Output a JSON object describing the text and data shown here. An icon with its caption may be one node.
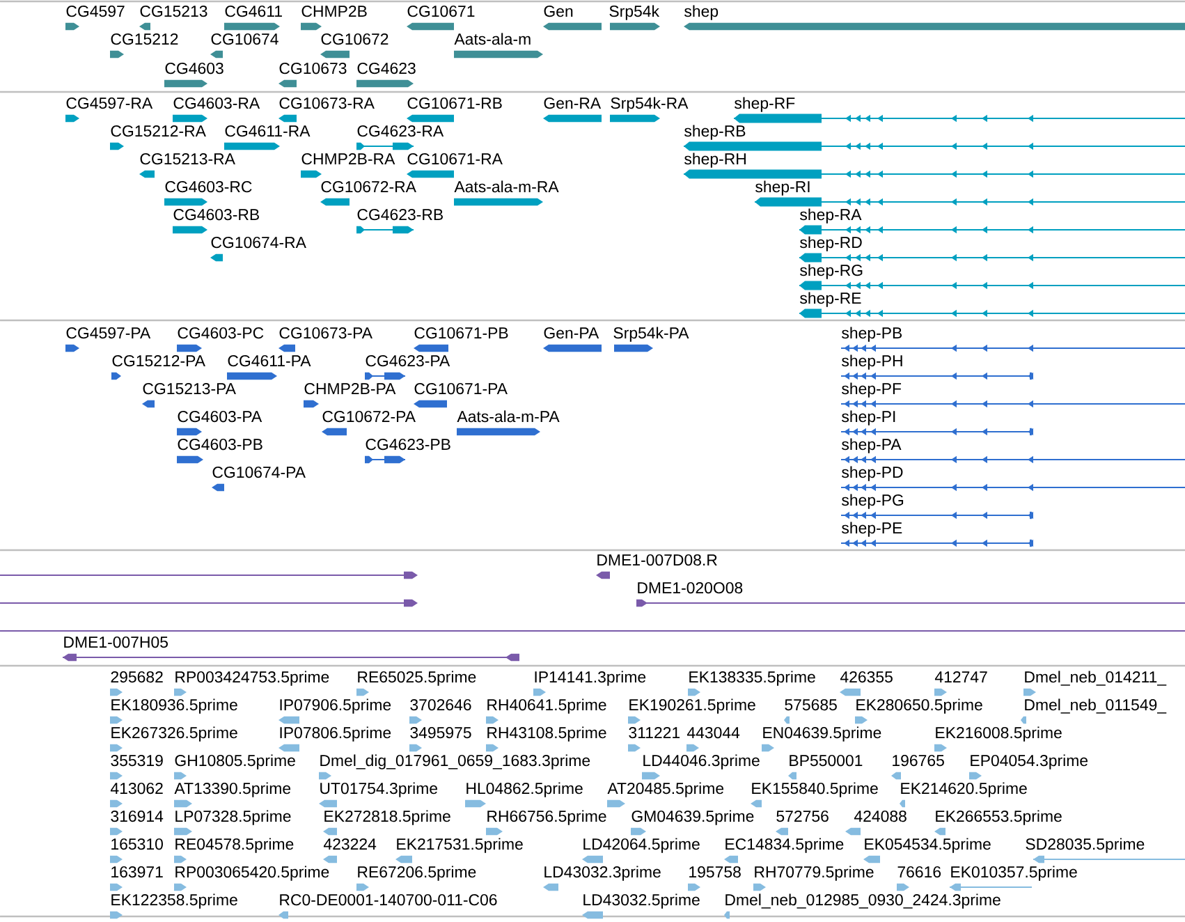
{
  "diagram": {
    "labels": [
      "CG4597",
      "CG15213",
      "CG4611",
      "CHMP2B",
      "CG10671",
      "Gen",
      "Srp54k",
      "shep",
      "CG15212",
      "CG10674",
      "CG10672",
      "Aats-ala-m",
      "CG4603",
      "CG10673",
      "CG4623",
      "CG4597-RA",
      "CG4603-RA",
      "CG10673-RA",
      "CG10671-RB",
      "Gen-RA",
      "Srp54k-RA",
      "shep-RF",
      "CG15212-RA",
      "CG4611-RA",
      "CG4623-RA",
      "shep-RB",
      "CG15213-RA",
      "CHMP2B-RA",
      "CG10671-RA",
      "shep-RH",
      "CG4603-RC",
      "CG10672-RA",
      "Aats-ala-m-RA",
      "shep-RI",
      "CG4603-RB",
      "CG4623-RB",
      "shep-RA",
      "CG10674-RA",
      "shep-RD",
      "shep-RG",
      "shep-RE",
      "CG4597-PA",
      "CG4603-PC",
      "CG10673-PA",
      "CG10671-PB",
      "Gen-PA",
      "Srp54k-PA",
      "shep-PB",
      "CG15212-PA",
      "CG4611-PA",
      "CG4623-PA",
      "shep-PH",
      "CG15213-PA",
      "CHMP2B-PA",
      "CG10671-PA",
      "shep-PF",
      "CG4603-PA",
      "CG10672-PA",
      "Aats-ala-m-PA",
      "shep-PI",
      "CG4603-PB",
      "CG4623-PB",
      "shep-PA",
      "CG10674-PA",
      "shep-PD",
      "shep-PG",
      "shep-PE",
      "DME1-007D08.R",
      "DME1-020O08",
      "DME1-007H05",
      "295682",
      "RP003424753.5prime",
      "RE65025.5prime",
      "IP14141.3prime",
      "EK138335.5prime",
      "426355",
      "412747",
      "Dmel_neb_014211_",
      "EK180936.5prime",
      "IP07906.5prime",
      "3702646",
      "RH40641.5prime",
      "EK190261.5prime",
      "575685",
      "EK280650.5prime",
      "Dmel_neb_011549_",
      "EK267326.5prime",
      "IP07806.5prime",
      "3495975",
      "RH43108.5prime",
      "311221",
      "443044",
      "EN04639.5prime",
      "EK216008.5prime",
      "355319",
      "GH10805.5prime",
      "Dmel_dig_017961_0659_1683.3prime",
      "LD44046.3prime",
      "BP550001",
      "196765",
      "EP04054.3prime",
      "413062",
      "AT13390.5prime",
      "UT01754.3prime",
      "HL04862.5prime",
      "AT20485.5prime",
      "EK155840.5prime",
      "EK214620.5prime",
      "316914",
      "LP07328.5prime",
      "EK272818.5prime",
      "RH66756.5prime",
      "GM04639.5prime",
      "572756",
      "424088",
      "EK266553.5prime",
      "165310",
      "RE04578.5prime",
      "423224",
      "EK217531.5prime",
      "LD42064.5prime",
      "EC14834.5prime",
      "EK054534.5prime",
      "SD28035.5prime",
      "163971",
      "RP003065420.5prime",
      "RE67206.5prime",
      "LD43032.3prime",
      "195758",
      "RH70779.5prime",
      "76616",
      "EK010357.5prime",
      "EK122358.5prime",
      "RC0-DE0001-140700-011-C06",
      "LD43032.5prime",
      "Dmel_neb_012985_0930_2424.3prime"
    ]
  }
}
